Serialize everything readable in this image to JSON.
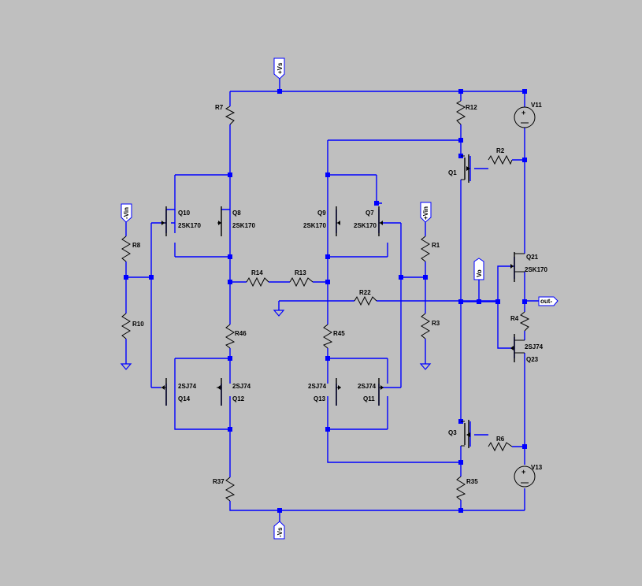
{
  "nets": {
    "pos_supply": "+Vs",
    "neg_supply": "-Vs",
    "in_neg": "-Vin",
    "in_pos": "+Vin",
    "output": "out-",
    "vo": "Vo"
  },
  "resistors": {
    "r7": "R7",
    "r12": "R12",
    "r2": "R2",
    "r8": "R8",
    "r10": "R10",
    "r14": "R14",
    "r13": "R13",
    "r22": "R22",
    "r1": "R1",
    "r3": "R3",
    "r4": "R4",
    "r46": "R46",
    "r45": "R45",
    "r6": "R6",
    "r37": "R37",
    "r35": "R35"
  },
  "transistors": {
    "q10": {
      "ref": "Q10",
      "part": "2SK170"
    },
    "q8": {
      "ref": "Q8",
      "part": "2SK170"
    },
    "q9": {
      "ref": "Q9",
      "part": "2SK170"
    },
    "q7": {
      "ref": "Q7",
      "part": "2SK170"
    },
    "q1": {
      "ref": "Q1"
    },
    "q21": {
      "ref": "Q21",
      "part": "2SK170"
    },
    "q23": {
      "ref": "Q23",
      "part": "2SJ74"
    },
    "q14": {
      "ref": "Q14",
      "part": "2SJ74"
    },
    "q12": {
      "ref": "Q12",
      "part": "2SJ74"
    },
    "q13": {
      "ref": "Q13",
      "part": "2SJ74"
    },
    "q11": {
      "ref": "Q11",
      "part": "2SJ74"
    },
    "q3": {
      "ref": "Q3"
    }
  },
  "sources": {
    "v11": "V11",
    "v13": "V13"
  }
}
